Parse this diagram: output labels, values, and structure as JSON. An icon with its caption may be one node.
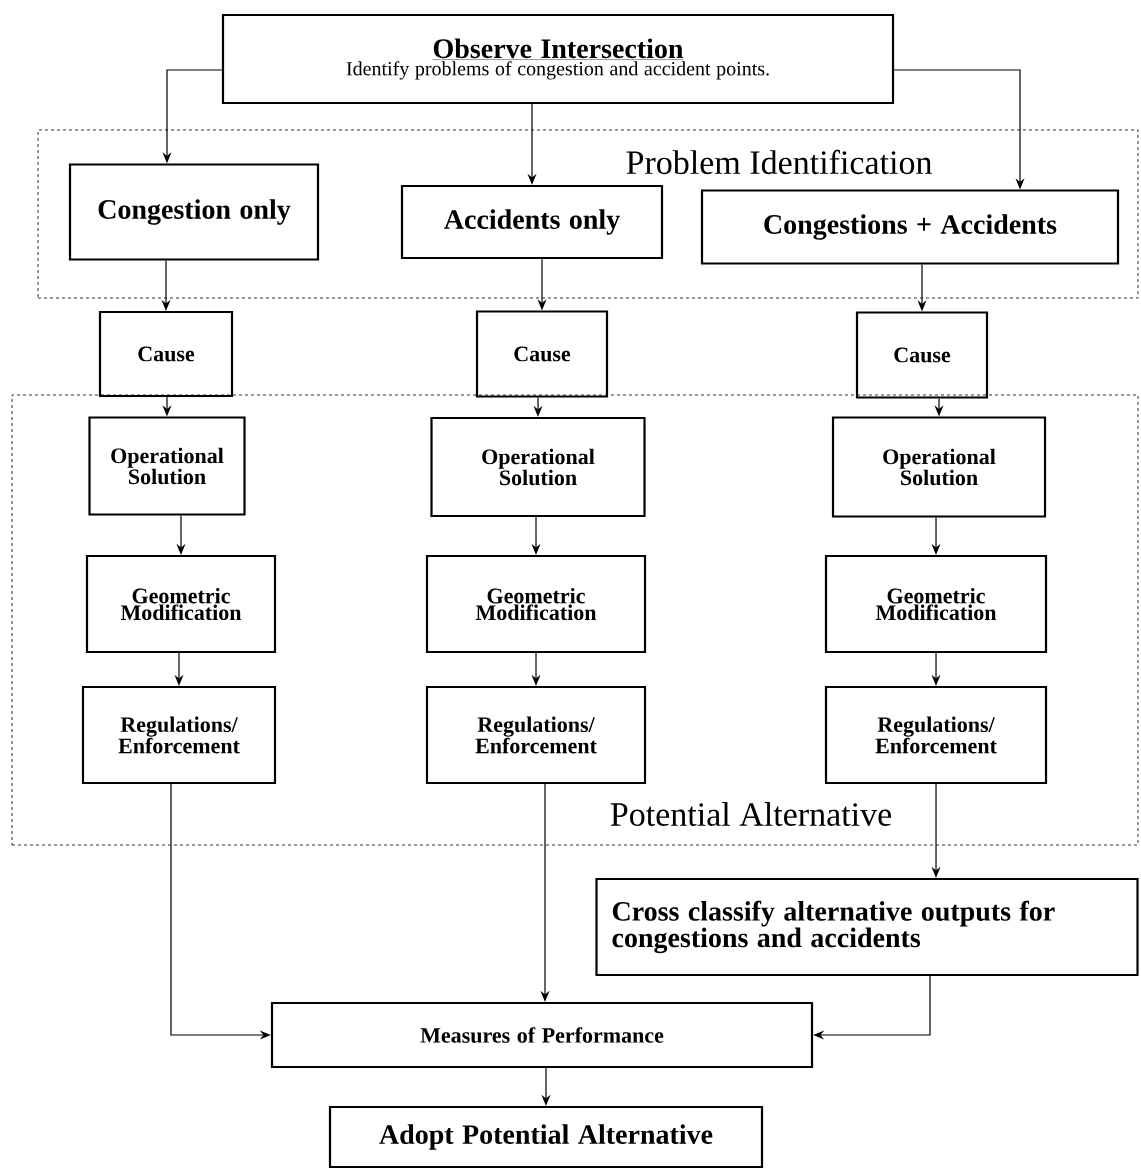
{
  "diagram": {
    "nodes": [
      {
        "text": [
          "Observe Intersection",
          "Identify problems of congestion and accident points."
        ]
      },
      {
        "text": [
          "Problem Identification"
        ]
      },
      {
        "text": [
          "Congestion only"
        ],
        "in": 1
      },
      {
        "text": [
          "Accidents only"
        ],
        "in": 1
      },
      {
        "text": [
          "Congestions + Accidents"
        ],
        "in": 1
      },
      {
        "text": [
          "Cause"
        ]
      },
      {
        "text": [
          "Cause"
        ]
      },
      {
        "text": [
          "Cause"
        ]
      },
      {
        "text": [
          "Potential Alternative"
        ]
      },
      {
        "text": [
          "Operational Solution"
        ],
        "in": 8
      },
      {
        "text": [
          "Geometric Modification"
        ],
        "in": 8
      },
      {
        "text": [
          "Regulations/ Enforcement"
        ],
        "in": 8
      },
      {
        "text": [
          "Operational Solution"
        ],
        "in": 8
      },
      {
        "text": [
          "Geometric Modification"
        ],
        "in": 8
      },
      {
        "text": [
          "Regulations/ Enforcement"
        ],
        "in": 8
      },
      {
        "text": [
          "Operational Solution"
        ],
        "in": 8
      },
      {
        "text": [
          "Geometric Modification"
        ],
        "in": 8
      },
      {
        "text": [
          "Regulations/ Enforcement"
        ],
        "in": 8
      },
      {
        "text": [
          "Cross classify alternative outputs for congestions and accidents"
        ]
      },
      {
        "text": [
          "Measures of Performance"
        ]
      },
      {
        "text": [
          "Adopt Potential Alternative"
        ]
      }
    ],
    "edges": [
      {
        "from": 0,
        "to": 2,
        "arrow": "to"
      },
      {
        "from": 0,
        "to": 3,
        "arrow": "to"
      },
      {
        "from": 0,
        "to": 4,
        "arrow": "to"
      },
      {
        "from": 2,
        "to": 5,
        "arrow": "to"
      },
      {
        "from": 3,
        "to": 6,
        "arrow": "to"
      },
      {
        "from": 4,
        "to": 7,
        "arrow": "to"
      },
      {
        "from": 5,
        "to": 9,
        "arrow": "to"
      },
      {
        "from": 6,
        "to": 12,
        "arrow": "to"
      },
      {
        "from": 7,
        "to": 15,
        "arrow": "to"
      },
      {
        "from": 9,
        "to": 10,
        "arrow": "to"
      },
      {
        "from": 10,
        "to": 11,
        "arrow": "to"
      },
      {
        "from": 12,
        "to": 13,
        "arrow": "to"
      },
      {
        "from": 13,
        "to": 14,
        "arrow": "to"
      },
      {
        "from": 15,
        "to": 16,
        "arrow": "to"
      },
      {
        "from": 16,
        "to": 17,
        "arrow": "to"
      },
      {
        "from": 11,
        "to": 19,
        "arrow": "to"
      },
      {
        "from": 14,
        "to": 19,
        "arrow": "to"
      },
      {
        "from": 17,
        "to": 18,
        "arrow": "to"
      },
      {
        "from": 18,
        "to": 19,
        "arrow": "to"
      },
      {
        "from": 19,
        "to": 20,
        "arrow": "to"
      }
    ]
  }
}
